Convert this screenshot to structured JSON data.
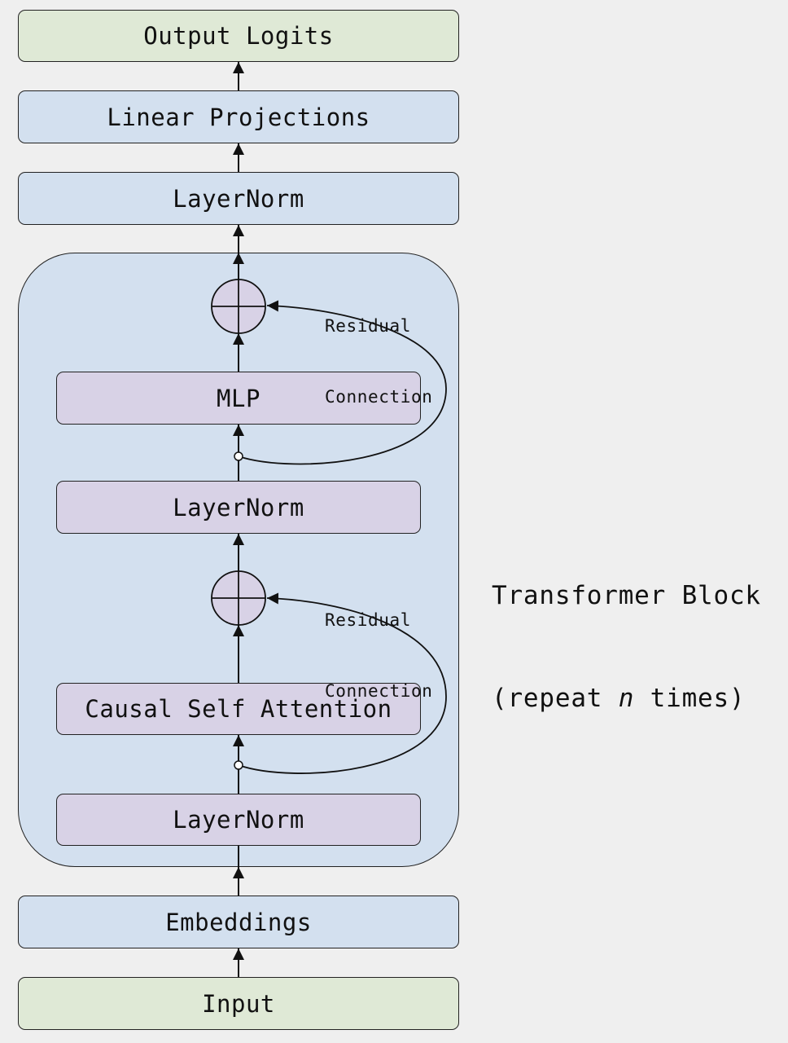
{
  "nodes": {
    "output_logits": "Output Logits",
    "linear_projections": "Linear Projections",
    "final_layernorm": "LayerNorm",
    "mlp": "MLP",
    "mlp_layernorm": "LayerNorm",
    "causal_self_attention": "Causal Self Attention",
    "attention_layernorm": "LayerNorm",
    "embeddings": "Embeddings",
    "input": "Input"
  },
  "residual_labels": {
    "upper": [
      "Residual",
      "Connection"
    ],
    "lower": [
      "Residual",
      "Connection"
    ]
  },
  "transformer_block": {
    "line1": "Transformer Block",
    "line2_prefix": "(repeat ",
    "line2_var": "n",
    "line2_suffix": " times)"
  },
  "colors": {
    "background": "#efefef",
    "io_fill": "#dfe9d6",
    "outer_fill": "#d3e0ef",
    "inner_fill": "#d8d2e6",
    "stroke": "#222222"
  }
}
